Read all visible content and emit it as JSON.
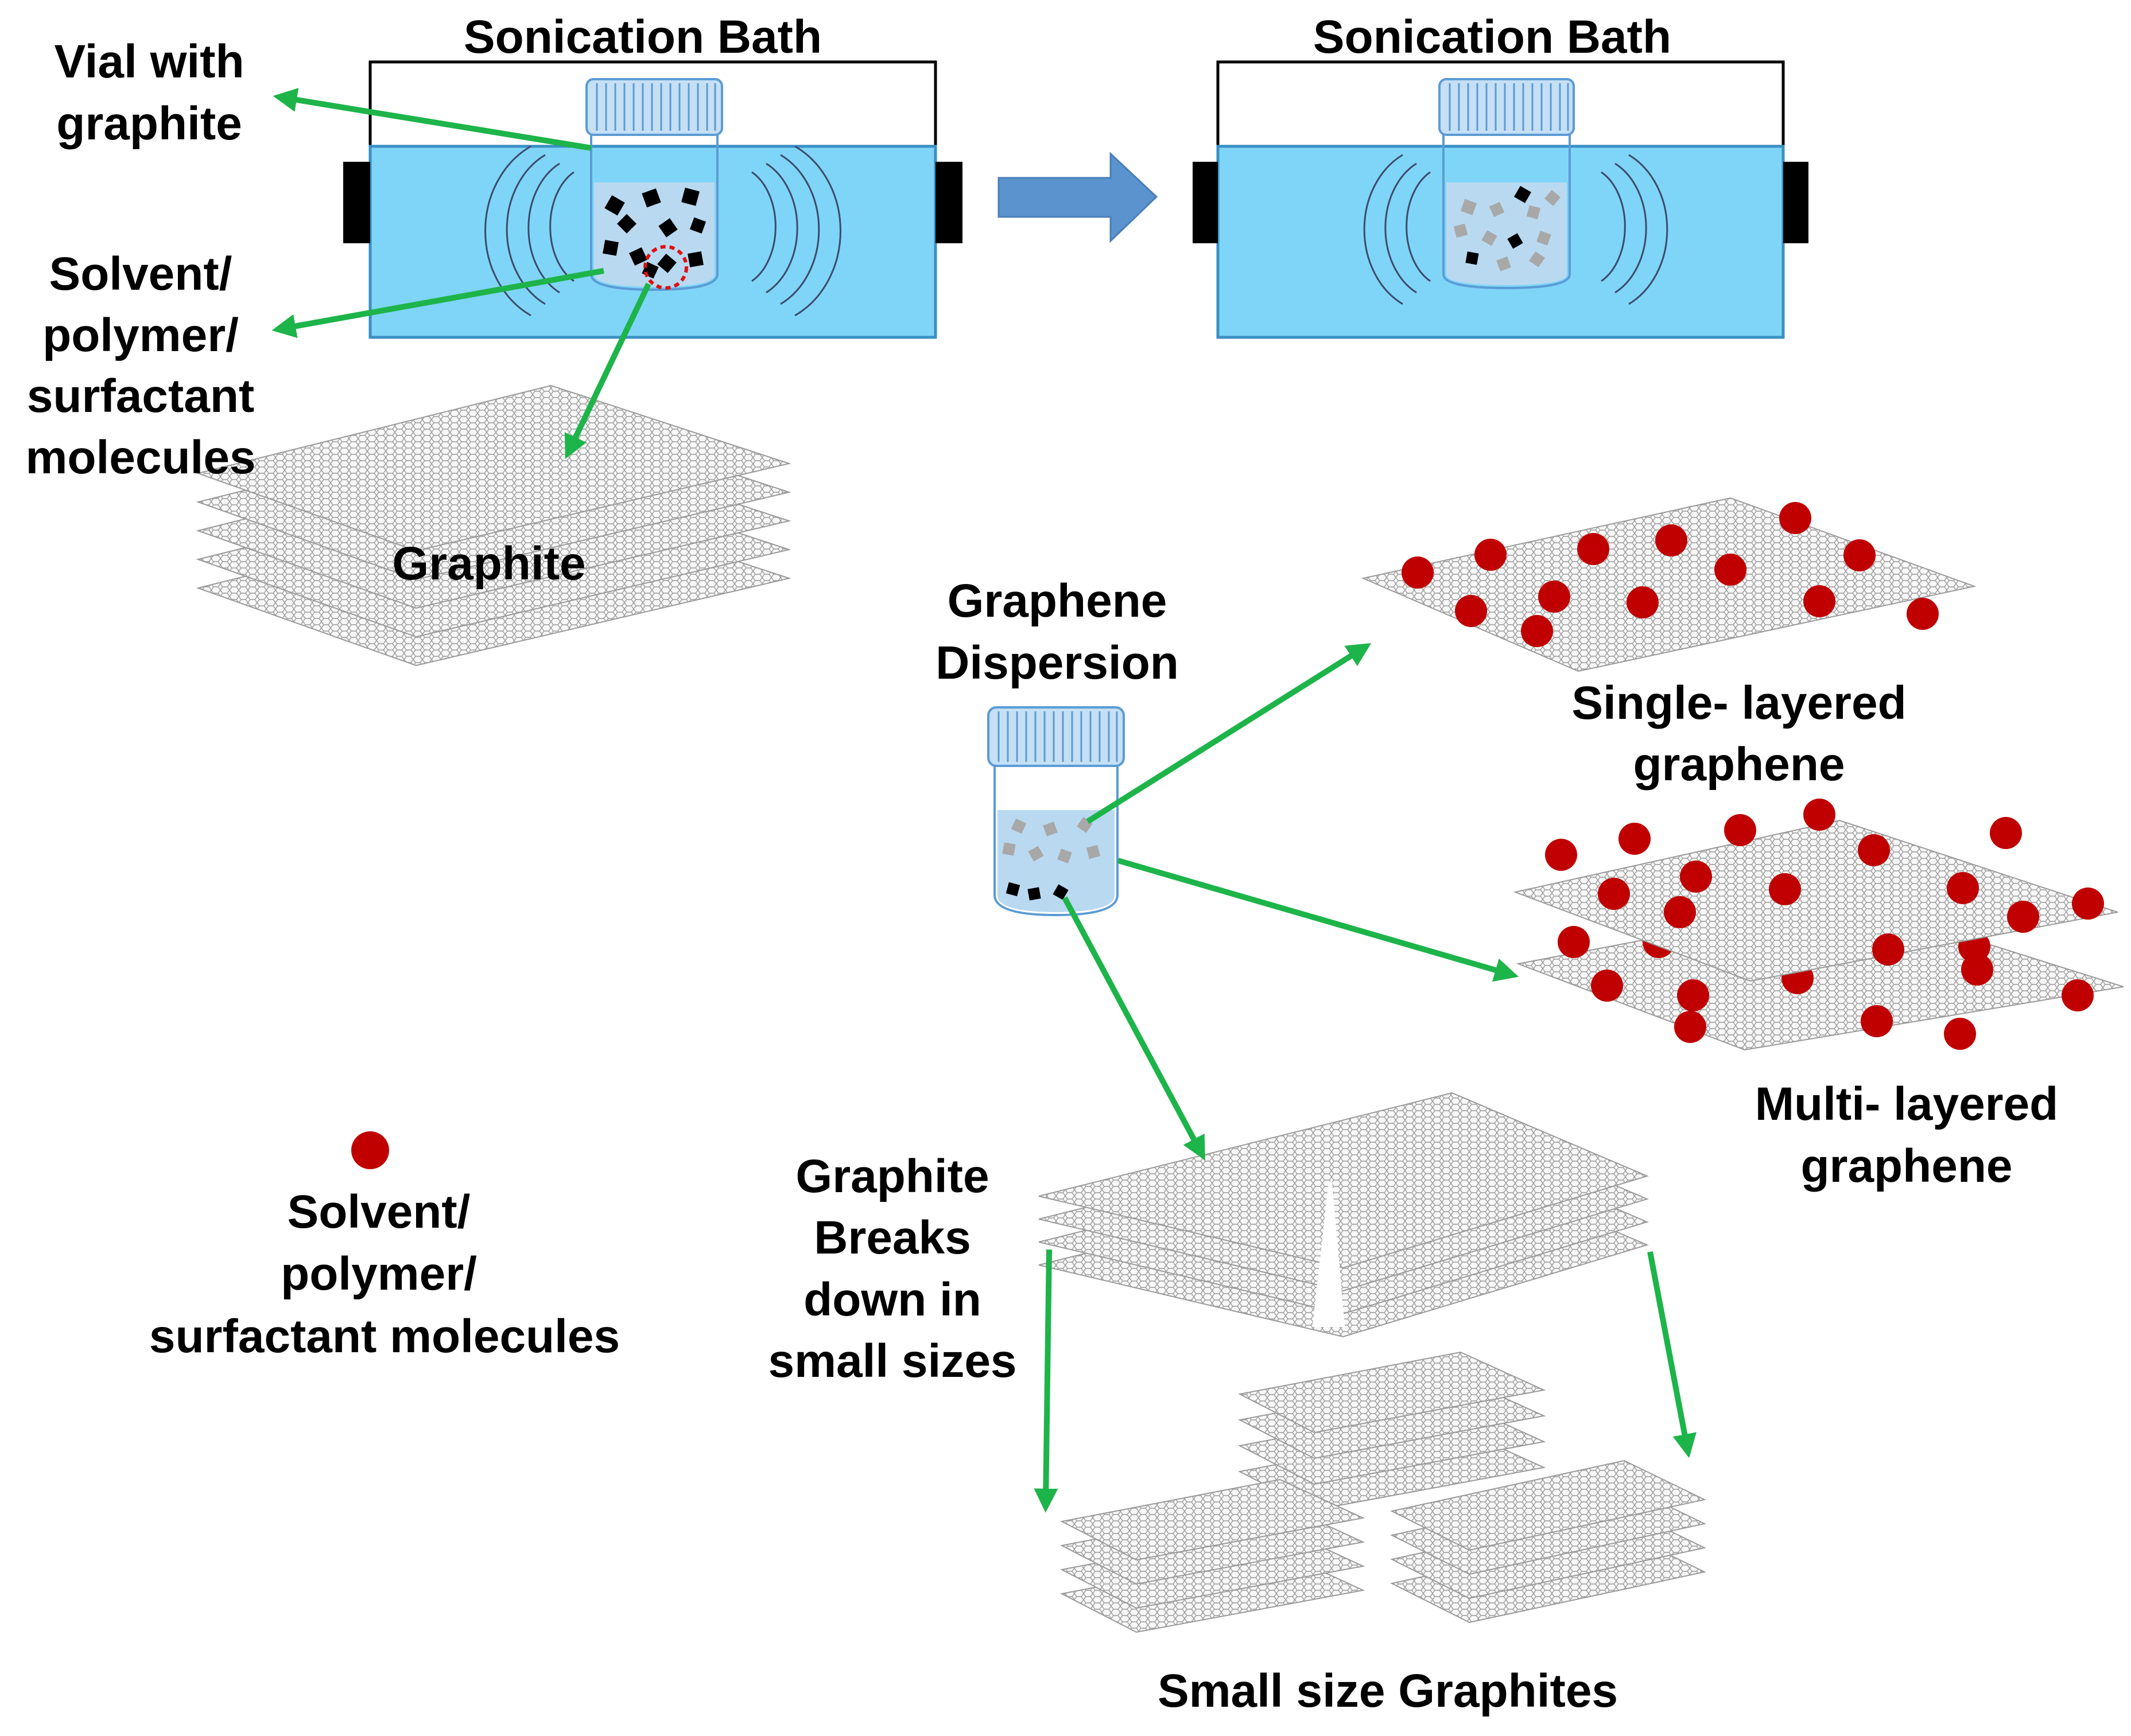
{
  "labels": {
    "bath_left": "Sonication Bath",
    "bath_right": "Sonication Bath",
    "vial_line1": "Vial with",
    "vial_line2": "graphite",
    "solvent_line1": "Solvent/",
    "solvent_line2": "polymer/",
    "solvent_line3": "surfactant",
    "solvent_line4": "molecules",
    "graphite": "Graphite",
    "dispersion_line1": "Graphene",
    "dispersion_line2": "Dispersion",
    "single_line1": "Single- layered",
    "single_line2": "graphene",
    "multi_line1": "Multi- layered",
    "multi_line2": "graphene",
    "breaks_line1": "Graphite",
    "breaks_line2": "Breaks",
    "breaks_line3": "down in",
    "breaks_line4": "small sizes",
    "legend_line1": "Solvent/",
    "legend_line2": "polymer/",
    "legend_line3": "surfactant molecules",
    "small_graphites": "Small size Graphites"
  },
  "colors": {
    "water": "#7fd5f7",
    "bath_outline": "#3a8fc4",
    "arrow_green": "#1db44a",
    "process_arrow": "#5b93cf",
    "molecule_red": "#c00000",
    "vial_liquid": "#b9d9f0",
    "vial_cap": "#c5dff5",
    "vial_outline": "#5a9bd5"
  }
}
